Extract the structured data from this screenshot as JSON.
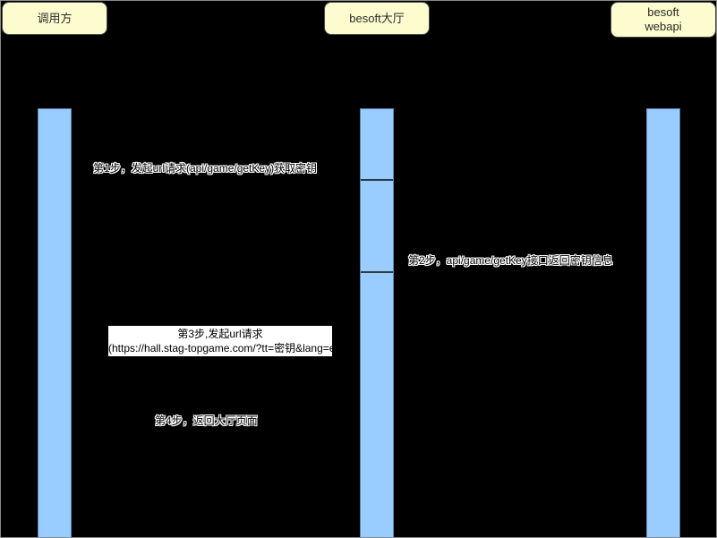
{
  "colors": {
    "background": "#000000",
    "actor_fill": "#FCFCCF",
    "actor_border": "#4A4A4A",
    "activation_fill": "#99CCFF",
    "activation_border": "#5F87AC",
    "segment_divider": "#2E3A44",
    "message_text": "#000000",
    "message_halo": "#FFFFFF",
    "boxed_label_bg": "#FFFFFF"
  },
  "actors": {
    "caller": {
      "label": "调用方"
    },
    "hall": {
      "label": "besoft大厅"
    },
    "webapi": {
      "line1": "besoft",
      "line2": "webapi"
    }
  },
  "messages": {
    "step1": {
      "text": "第1步，发起url请求(api/game/getKey)获取密钥"
    },
    "step2": {
      "text": "第2步，api/game/getKey接口返回密钥信息"
    },
    "step3": {
      "line1": "第3步,发起url请求",
      "line2": "(https://hall.stag-topgame.com/?tt=密钥&lang=en)"
    },
    "step4": {
      "text": "第4步，返回大厅页面"
    }
  }
}
